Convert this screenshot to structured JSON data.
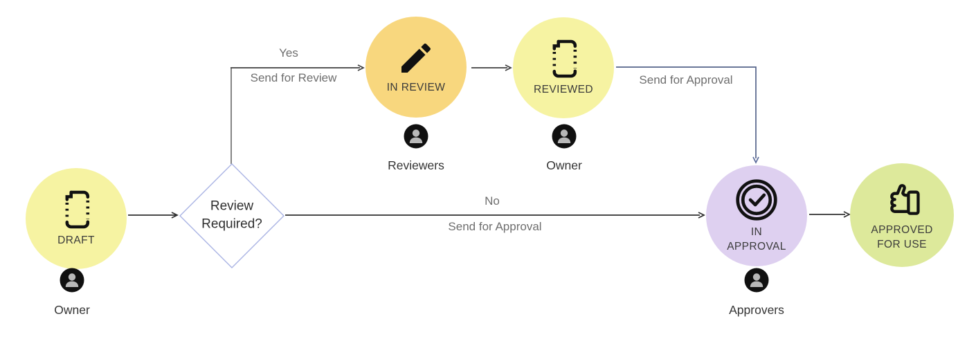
{
  "nodes": {
    "draft": {
      "label": "DRAFT",
      "color": "#f6f3a2",
      "icon": "document-dashed-icon",
      "actor": "Owner"
    },
    "decision": {
      "label": "Review Required?",
      "border_color": "#a9b3e3"
    },
    "in_review": {
      "label": "IN REVIEW",
      "color": "#f8d77e",
      "icon": "pencil-icon",
      "actor": "Reviewers"
    },
    "reviewed": {
      "label": "REVIEWED",
      "color": "#f6f3a2",
      "icon": "document-dashed-icon",
      "actor": "Owner"
    },
    "in_approval": {
      "label": "IN APPROVAL",
      "color": "#ded0f0",
      "icon": "approval-seal-icon",
      "actor": "Approvers"
    },
    "approved_for_use": {
      "label": "APPROVED FOR USE",
      "color": "#dde99b",
      "icon": "thumbs-up-icon"
    }
  },
  "edges": {
    "yes_branch": {
      "label": "Yes",
      "sublabel": "Send for Review"
    },
    "no_branch": {
      "label": "No",
      "sublabel": "Send for Approval"
    },
    "reviewed_to_approval": {
      "label": "Send for Approval"
    }
  }
}
